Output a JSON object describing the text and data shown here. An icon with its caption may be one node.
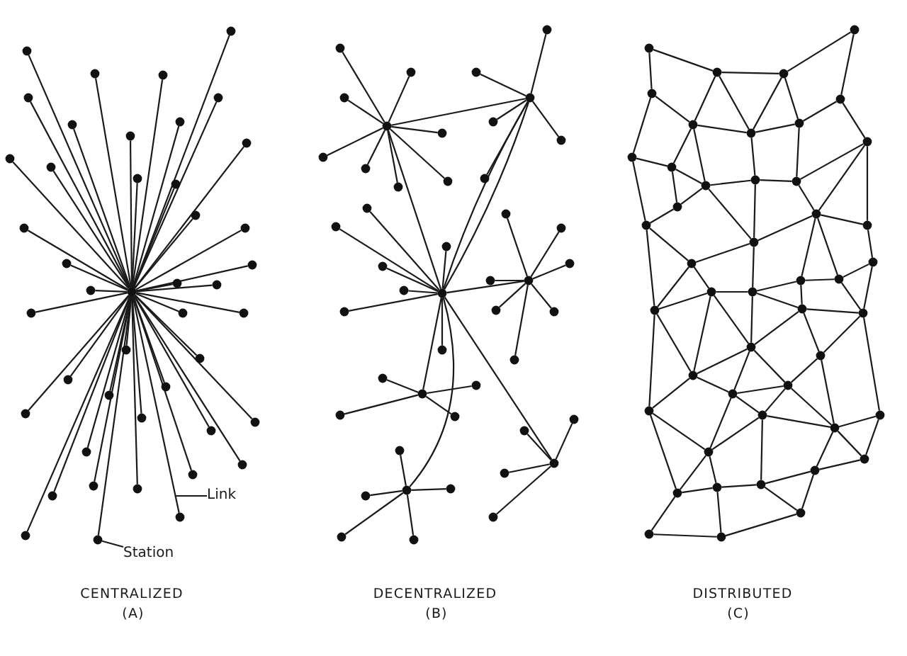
{
  "diagram": {
    "nodes": [
      {
        "text": [],
        "shape": "circle"
      },
      {
        "text": [],
        "shape": "circle"
      },
      {
        "text": [],
        "shape": "circle"
      },
      {
        "text": [],
        "shape": "circle"
      },
      {
        "text": [],
        "shape": "circle"
      },
      {
        "text": [],
        "shape": "circle"
      },
      {
        "text": [],
        "shape": "circle"
      },
      {
        "text": [],
        "shape": "circle"
      },
      {
        "text": [],
        "shape": "circle"
      },
      {
        "text": [],
        "shape": "circle"
      },
      {
        "text": [],
        "shape": "circle"
      },
      {
        "text": [],
        "shape": "circle"
      },
      {
        "text": [],
        "shape": "circle"
      },
      {
        "text": [],
        "shape": "circle"
      },
      {
        "text": [],
        "shape": "circle"
      },
      {
        "text": [],
        "shape": "circle"
      },
      {
        "text": [],
        "shape": "circle"
      },
      {
        "text": [],
        "shape": "circle"
      },
      {
        "text": [],
        "shape": "circle"
      },
      {
        "text": [],
        "shape": "circle"
      },
      {
        "text": [],
        "shape": "circle"
      },
      {
        "text": [],
        "shape": "circle"
      },
      {
        "text": [],
        "shape": "circle"
      },
      {
        "text": [],
        "shape": "circle"
      },
      {
        "text": [],
        "shape": "circle"
      },
      {
        "text": [],
        "shape": "circle"
      },
      {
        "text": [],
        "shape": "circle"
      },
      {
        "text": [],
        "shape": "circle"
      },
      {
        "text": [],
        "shape": "circle"
      },
      {
        "text": [],
        "shape": "circle"
      },
      {
        "text": [],
        "shape": "circle"
      },
      {
        "text": [],
        "shape": "circle"
      },
      {
        "text": [],
        "shape": "circle"
      },
      {
        "text": [],
        "shape": "circle"
      },
      {
        "text": [],
        "shape": "circle"
      },
      {
        "text": [],
        "shape": "circle"
      },
      {
        "text": [],
        "shape": "circle"
      },
      {
        "text": [],
        "shape": "circle"
      },
      {
        "text": [],
        "shape": "circle"
      },
      {
        "text": [],
        "shape": "circle"
      },
      {
        "text": [],
        "shape": "circle"
      },
      {
        "text": [],
        "shape": "circle"
      },
      {
        "text": [],
        "shape": "circle"
      },
      {
        "text": [],
        "shape": "circle"
      },
      {
        "text": [
          "Link"
        ]
      },
      {
        "text": [
          "Station"
        ]
      },
      {
        "text": [],
        "shape": "circle"
      },
      {
        "text": [],
        "shape": "circle"
      },
      {
        "text": [],
        "shape": "circle"
      },
      {
        "text": [],
        "shape": "circle"
      },
      {
        "text": [],
        "shape": "circle"
      },
      {
        "text": [],
        "shape": "circle"
      },
      {
        "text": [],
        "shape": "circle"
      },
      {
        "text": [],
        "shape": "circle"
      },
      {
        "text": [],
        "shape": "circle"
      },
      {
        "text": [],
        "shape": "circle"
      },
      {
        "text": [],
        "shape": "circle"
      },
      {
        "text": [],
        "shape": "circle"
      },
      {
        "text": [],
        "shape": "circle"
      },
      {
        "text": [],
        "shape": "circle"
      },
      {
        "text": [],
        "shape": "circle"
      },
      {
        "text": [],
        "shape": "circle"
      },
      {
        "text": [],
        "shape": "circle"
      },
      {
        "text": [],
        "shape": "circle"
      },
      {
        "text": [],
        "shape": "circle"
      },
      {
        "text": [],
        "shape": "circle"
      },
      {
        "text": [],
        "shape": "circle"
      },
      {
        "text": [],
        "shape": "circle"
      },
      {
        "text": [],
        "shape": "circle"
      },
      {
        "text": [],
        "shape": "circle"
      },
      {
        "text": [],
        "shape": "circle"
      },
      {
        "text": [],
        "shape": "circle"
      },
      {
        "text": [],
        "shape": "circle"
      },
      {
        "text": [],
        "shape": "circle"
      },
      {
        "text": [],
        "shape": "circle"
      },
      {
        "text": [],
        "shape": "circle"
      },
      {
        "text": [],
        "shape": "circle"
      },
      {
        "text": [],
        "shape": "circle"
      },
      {
        "text": [],
        "shape": "circle"
      },
      {
        "text": [],
        "shape": "circle"
      },
      {
        "text": [],
        "shape": "circle"
      },
      {
        "text": [],
        "shape": "circle"
      },
      {
        "text": [],
        "shape": "circle"
      },
      {
        "text": [],
        "shape": "circle"
      },
      {
        "text": [],
        "shape": "circle"
      },
      {
        "text": [],
        "shape": "circle"
      },
      {
        "text": [],
        "shape": "circle"
      },
      {
        "text": [],
        "shape": "circle"
      },
      {
        "text": [],
        "shape": "circle"
      },
      {
        "text": [],
        "shape": "circle"
      },
      {
        "text": [],
        "shape": "circle"
      },
      {
        "text": [],
        "shape": "circle"
      },
      {
        "text": [],
        "shape": "circle"
      },
      {
        "text": [],
        "shape": "circle"
      },
      {
        "text": [],
        "shape": "circle"
      },
      {
        "text": [],
        "shape": "circle"
      },
      {
        "text": [],
        "shape": "circle"
      },
      {
        "text": [],
        "shape": "circle"
      },
      {
        "text": [],
        "shape": "circle"
      },
      {
        "text": [],
        "shape": "circle"
      },
      {
        "text": [],
        "shape": "circle"
      },
      {
        "text": [],
        "shape": "circle"
      },
      {
        "text": [],
        "shape": "circle"
      },
      {
        "text": [],
        "shape": "circle"
      },
      {
        "text": [],
        "shape": "circle"
      },
      {
        "text": [],
        "shape": "circle"
      },
      {
        "text": [],
        "shape": "circle"
      },
      {
        "text": [],
        "shape": "circle"
      },
      {
        "text": [],
        "shape": "circle"
      },
      {
        "text": [],
        "shape": "circle"
      },
      {
        "text": [],
        "shape": "circle"
      },
      {
        "text": [],
        "shape": "circle"
      },
      {
        "text": [],
        "shape": "circle"
      },
      {
        "text": [],
        "shape": "circle"
      },
      {
        "text": [],
        "shape": "circle"
      },
      {
        "text": [],
        "shape": "circle"
      },
      {
        "text": [],
        "shape": "circle"
      },
      {
        "text": [],
        "shape": "circle"
      },
      {
        "text": [],
        "shape": "circle"
      },
      {
        "text": [],
        "shape": "circle"
      },
      {
        "text": [],
        "shape": "circle"
      },
      {
        "text": [],
        "shape": "circle"
      },
      {
        "text": [],
        "shape": "circle"
      },
      {
        "text": [],
        "shape": "circle"
      },
      {
        "text": [],
        "shape": "circle"
      },
      {
        "text": [],
        "shape": "circle"
      },
      {
        "text": [],
        "shape": "circle"
      },
      {
        "text": [],
        "shape": "circle"
      },
      {
        "text": [],
        "shape": "circle"
      },
      {
        "text": [],
        "shape": "circle"
      },
      {
        "text": [],
        "shape": "circle"
      },
      {
        "text": [],
        "shape": "circle"
      },
      {
        "text": [],
        "shape": "circle"
      },
      {
        "text": [],
        "shape": "circle"
      },
      {
        "text": [],
        "shape": "circle"
      },
      {
        "text": [],
        "shape": "circle"
      },
      {
        "text": [],
        "shape": "circle"
      },
      {
        "text": [],
        "shape": "circle"
      },
      {
        "text": [],
        "shape": "circle"
      },
      {
        "text": [],
        "shape": "circle"
      }
    ],
    "edges": [
      {
        "from": 0,
        "to": 1,
        "arrow": "none"
      },
      {
        "from": 0,
        "to": 2,
        "arrow": "none"
      },
      {
        "from": 0,
        "to": 3,
        "arrow": "none"
      },
      {
        "from": 0,
        "to": 4,
        "arrow": "none"
      },
      {
        "from": 0,
        "to": 5,
        "arrow": "none"
      },
      {
        "from": 0,
        "to": 6,
        "arrow": "none"
      },
      {
        "from": 0,
        "to": 7,
        "arrow": "none"
      },
      {
        "from": 0,
        "to": 8,
        "arrow": "none"
      },
      {
        "from": 0,
        "to": 9,
        "arrow": "none"
      },
      {
        "from": 0,
        "to": 10,
        "arrow": "none"
      },
      {
        "from": 0,
        "to": 11,
        "arrow": "none"
      },
      {
        "from": 0,
        "to": 12,
        "arrow": "none"
      },
      {
        "from": 0,
        "to": 13,
        "arrow": "none"
      },
      {
        "from": 0,
        "to": 14,
        "arrow": "none"
      },
      {
        "from": 0,
        "to": 15,
        "arrow": "none"
      },
      {
        "from": 0,
        "to": 16,
        "arrow": "none"
      },
      {
        "from": 0,
        "to": 17,
        "arrow": "none"
      },
      {
        "from": 0,
        "to": 18,
        "arrow": "none"
      },
      {
        "from": 0,
        "to": 19,
        "arrow": "none"
      },
      {
        "from": 0,
        "to": 20,
        "arrow": "none"
      },
      {
        "from": 0,
        "to": 21,
        "arrow": "none"
      },
      {
        "from": 0,
        "to": 22,
        "arrow": "none"
      },
      {
        "from": 0,
        "to": 23,
        "arrow": "none"
      },
      {
        "from": 0,
        "to": 24,
        "arrow": "none"
      },
      {
        "from": 0,
        "to": 25,
        "arrow": "none"
      },
      {
        "from": 0,
        "to": 26,
        "arrow": "none"
      },
      {
        "from": 0,
        "to": 27,
        "arrow": "none"
      },
      {
        "from": 0,
        "to": 28,
        "arrow": "none"
      },
      {
        "from": 0,
        "to": 29,
        "arrow": "none"
      },
      {
        "from": 0,
        "to": 30,
        "arrow": "none"
      },
      {
        "from": 0,
        "to": 31,
        "arrow": "none"
      },
      {
        "from": 0,
        "to": 32,
        "arrow": "none"
      },
      {
        "from": 0,
        "to": 33,
        "arrow": "none"
      },
      {
        "from": 0,
        "to": 34,
        "arrow": "none"
      },
      {
        "from": 0,
        "to": 35,
        "arrow": "none"
      },
      {
        "from": 0,
        "to": 36,
        "arrow": "none"
      },
      {
        "from": 0,
        "to": 37,
        "arrow": "none"
      },
      {
        "from": 0,
        "to": 38,
        "arrow": "none"
      },
      {
        "from": 0,
        "to": 39,
        "arrow": "none"
      },
      {
        "from": 0,
        "to": 40,
        "arrow": "none"
      },
      {
        "from": 0,
        "to": 41,
        "arrow": "none"
      },
      {
        "from": 0,
        "to": 42,
        "arrow": "none"
      },
      {
        "from": 0,
        "to": 43,
        "arrow": "none"
      },
      {
        "from": 44,
        "to": null,
        "arrow": "none"
      },
      {
        "from": 45,
        "to": 43,
        "arrow": "none"
      },
      {
        "from": 46,
        "to": 47,
        "arrow": "none"
      },
      {
        "from": 46,
        "to": 48,
        "arrow": "none"
      },
      {
        "from": 46,
        "to": 49,
        "arrow": "none"
      },
      {
        "from": 46,
        "to": 50,
        "arrow": "none"
      },
      {
        "from": 46,
        "to": 51,
        "arrow": "none"
      },
      {
        "from": 46,
        "to": 52,
        "arrow": "none"
      },
      {
        "from": 46,
        "to": 53,
        "arrow": "none"
      },
      {
        "from": 46,
        "to": 54,
        "arrow": "none"
      },
      {
        "from": 46,
        "to": 55,
        "arrow": "none"
      },
      {
        "from": 46,
        "to": 61,
        "arrow": "none"
      },
      {
        "from": 55,
        "to": 56,
        "arrow": "none"
      },
      {
        "from": 55,
        "to": 57,
        "arrow": "none"
      },
      {
        "from": 55,
        "to": 58,
        "arrow": "none"
      },
      {
        "from": 55,
        "to": 59,
        "arrow": "none"
      },
      {
        "from": 55,
        "to": 60,
        "arrow": "none"
      },
      {
        "from": 55,
        "to": 61,
        "arrow": "none"
      },
      {
        "from": 55,
        "to": 61,
        "arrow": "none"
      },
      {
        "from": 61,
        "to": 62,
        "arrow": "none"
      },
      {
        "from": 61,
        "to": 63,
        "arrow": "none"
      },
      {
        "from": 61,
        "to": 64,
        "arrow": "none"
      },
      {
        "from": 61,
        "to": 65,
        "arrow": "none"
      },
      {
        "from": 61,
        "to": 66,
        "arrow": "none"
      },
      {
        "from": 61,
        "to": 67,
        "arrow": "none"
      },
      {
        "from": 61,
        "to": 68,
        "arrow": "none"
      },
      {
        "from": 61,
        "to": 69,
        "arrow": "none"
      },
      {
        "from": 61,
        "to": 77,
        "arrow": "none"
      },
      {
        "from": 61,
        "to": 82,
        "arrow": "none"
      },
      {
        "from": 61,
        "to": 88,
        "arrow": "none"
      },
      {
        "from": 69,
        "to": 70,
        "arrow": "none"
      },
      {
        "from": 69,
        "to": 71,
        "arrow": "none"
      },
      {
        "from": 69,
        "to": 72,
        "arrow": "none"
      },
      {
        "from": 69,
        "to": 73,
        "arrow": "none"
      },
      {
        "from": 69,
        "to": 74,
        "arrow": "none"
      },
      {
        "from": 69,
        "to": 75,
        "arrow": "none"
      },
      {
        "from": 69,
        "to": 76,
        "arrow": "none"
      },
      {
        "from": 77,
        "to": 78,
        "arrow": "none"
      },
      {
        "from": 77,
        "to": 79,
        "arrow": "none"
      },
      {
        "from": 77,
        "to": 80,
        "arrow": "none"
      },
      {
        "from": 77,
        "to": 81,
        "arrow": "none"
      },
      {
        "from": 82,
        "to": 83,
        "arrow": "none"
      },
      {
        "from": 82,
        "to": 84,
        "arrow": "none"
      },
      {
        "from": 82,
        "to": 85,
        "arrow": "none"
      },
      {
        "from": 82,
        "to": 86,
        "arrow": "none"
      },
      {
        "from": 82,
        "to": 87,
        "arrow": "none"
      },
      {
        "from": 88,
        "to": 89,
        "arrow": "none"
      },
      {
        "from": 88,
        "to": 90,
        "arrow": "none"
      },
      {
        "from": 88,
        "to": 91,
        "arrow": "none"
      },
      {
        "from": 88,
        "to": 92,
        "arrow": "none"
      },
      {
        "from": 93,
        "to": 94,
        "arrow": "none"
      },
      {
        "from": 93,
        "to": 97,
        "arrow": "none"
      },
      {
        "from": 94,
        "to": 95,
        "arrow": "none"
      },
      {
        "from": 94,
        "to": 98,
        "arrow": "none"
      },
      {
        "from": 94,
        "to": 99,
        "arrow": "none"
      },
      {
        "from": 95,
        "to": 96,
        "arrow": "none"
      },
      {
        "from": 95,
        "to": 99,
        "arrow": "none"
      },
      {
        "from": 95,
        "to": 100,
        "arrow": "none"
      },
      {
        "from": 96,
        "to": 101,
        "arrow": "none"
      },
      {
        "from": 97,
        "to": 98,
        "arrow": "none"
      },
      {
        "from": 97,
        "to": 102,
        "arrow": "none"
      },
      {
        "from": 98,
        "to": 99,
        "arrow": "none"
      },
      {
        "from": 98,
        "to": 103,
        "arrow": "none"
      },
      {
        "from": 98,
        "to": 104,
        "arrow": "none"
      },
      {
        "from": 99,
        "to": 100,
        "arrow": "none"
      },
      {
        "from": 99,
        "to": 105,
        "arrow": "none"
      },
      {
        "from": 100,
        "to": 101,
        "arrow": "none"
      },
      {
        "from": 100,
        "to": 106,
        "arrow": "none"
      },
      {
        "from": 101,
        "to": 107,
        "arrow": "none"
      },
      {
        "from": 102,
        "to": 103,
        "arrow": "none"
      },
      {
        "from": 102,
        "to": 112,
        "arrow": "none"
      },
      {
        "from": 103,
        "to": 104,
        "arrow": "none"
      },
      {
        "from": 103,
        "to": 108,
        "arrow": "none"
      },
      {
        "from": 104,
        "to": 105,
        "arrow": "none"
      },
      {
        "from": 104,
        "to": 108,
        "arrow": "none"
      },
      {
        "from": 104,
        "to": 113,
        "arrow": "none"
      },
      {
        "from": 105,
        "to": 106,
        "arrow": "none"
      },
      {
        "from": 105,
        "to": 113,
        "arrow": "none"
      },
      {
        "from": 106,
        "to": 107,
        "arrow": "none"
      },
      {
        "from": 106,
        "to": 109,
        "arrow": "none"
      },
      {
        "from": 107,
        "to": 110,
        "arrow": "none"
      },
      {
        "from": 108,
        "to": 112,
        "arrow": "none"
      },
      {
        "from": 109,
        "to": 107,
        "arrow": "none"
      },
      {
        "from": 109,
        "to": 110,
        "arrow": "none"
      },
      {
        "from": 109,
        "to": 113,
        "arrow": "none"
      },
      {
        "from": 109,
        "to": 115,
        "arrow": "none"
      },
      {
        "from": 109,
        "to": 116,
        "arrow": "none"
      },
      {
        "from": 110,
        "to": 111,
        "arrow": "none"
      },
      {
        "from": 111,
        "to": 116,
        "arrow": "none"
      },
      {
        "from": 111,
        "to": 121,
        "arrow": "none"
      },
      {
        "from": 112,
        "to": 114,
        "arrow": "none"
      },
      {
        "from": 112,
        "to": 119,
        "arrow": "none"
      },
      {
        "from": 113,
        "to": 114,
        "arrow": "none"
      },
      {
        "from": 113,
        "to": 118,
        "arrow": "none"
      },
      {
        "from": 114,
        "to": 117,
        "arrow": "none"
      },
      {
        "from": 114,
        "to": 119,
        "arrow": "none"
      },
      {
        "from": 115,
        "to": 116,
        "arrow": "none"
      },
      {
        "from": 115,
        "to": 118,
        "arrow": "none"
      },
      {
        "from": 115,
        "to": 120,
        "arrow": "none"
      },
      {
        "from": 116,
        "to": 121,
        "arrow": "none"
      },
      {
        "from": 117,
        "to": 118,
        "arrow": "none"
      },
      {
        "from": 117,
        "to": 119,
        "arrow": "none"
      },
      {
        "from": 117,
        "to": 122,
        "arrow": "none"
      },
      {
        "from": 117,
        "to": 124,
        "arrow": "none"
      },
      {
        "from": 118,
        "to": 120,
        "arrow": "none"
      },
      {
        "from": 118,
        "to": 122,
        "arrow": "none"
      },
      {
        "from": 120,
        "to": 121,
        "arrow": "none"
      },
      {
        "from": 120,
        "to": 122,
        "arrow": "none"
      },
      {
        "from": 120,
        "to": 123,
        "arrow": "none"
      },
      {
        "from": 121,
        "to": 123,
        "arrow": "none"
      },
      {
        "from": 121,
        "to": 130,
        "arrow": "none"
      },
      {
        "from": 119,
        "to": 124,
        "arrow": "none"
      },
      {
        "from": 119,
        "to": 127,
        "arrow": "none"
      },
      {
        "from": 122,
        "to": 124,
        "arrow": "none"
      },
      {
        "from": 122,
        "to": 125,
        "arrow": "none"
      },
      {
        "from": 122,
        "to": 126,
        "arrow": "none"
      },
      {
        "from": 123,
        "to": 125,
        "arrow": "none"
      },
      {
        "from": 123,
        "to": 129,
        "arrow": "none"
      },
      {
        "from": 124,
        "to": 126,
        "arrow": "none"
      },
      {
        "from": 124,
        "to": 127,
        "arrow": "none"
      },
      {
        "from": 125,
        "to": 126,
        "arrow": "none"
      },
      {
        "from": 125,
        "to": 129,
        "arrow": "none"
      },
      {
        "from": 126,
        "to": 128,
        "arrow": "none"
      },
      {
        "from": 126,
        "to": 131,
        "arrow": "none"
      },
      {
        "from": 127,
        "to": 131,
        "arrow": "none"
      },
      {
        "from": 127,
        "to": 134,
        "arrow": "none"
      },
      {
        "from": 125,
        "to": 128,
        "arrow": "none"
      },
      {
        "from": 128,
        "to": 129,
        "arrow": "none"
      },
      {
        "from": 128,
        "to": 131,
        "arrow": "none"
      },
      {
        "from": 128,
        "to": 136,
        "arrow": "none"
      },
      {
        "from": 129,
        "to": 130,
        "arrow": "none"
      },
      {
        "from": 129,
        "to": 132,
        "arrow": "none"
      },
      {
        "from": 129,
        "to": 133,
        "arrow": "none"
      },
      {
        "from": 130,
        "to": 132,
        "arrow": "none"
      },
      {
        "from": 131,
        "to": 134,
        "arrow": "none"
      },
      {
        "from": 131,
        "to": 135,
        "arrow": "none"
      },
      {
        "from": 132,
        "to": 133,
        "arrow": "none"
      },
      {
        "from": 133,
        "to": 136,
        "arrow": "none"
      },
      {
        "from": 133,
        "to": 137,
        "arrow": "none"
      },
      {
        "from": 134,
        "to": 135,
        "arrow": "none"
      },
      {
        "from": 134,
        "to": 138,
        "arrow": "none"
      },
      {
        "from": 135,
        "to": 136,
        "arrow": "none"
      },
      {
        "from": 135,
        "to": 139,
        "arrow": "none"
      },
      {
        "from": 136,
        "to": 137,
        "arrow": "none"
      },
      {
        "from": 137,
        "to": 139,
        "arrow": "none"
      },
      {
        "from": 138,
        "to": 139,
        "arrow": "none"
      }
    ],
    "labels": [
      "CENTRALIZED",
      "(A)",
      "DECENTRALIZED",
      "(B)",
      "DISTRIBUTED",
      "(C)"
    ]
  }
}
